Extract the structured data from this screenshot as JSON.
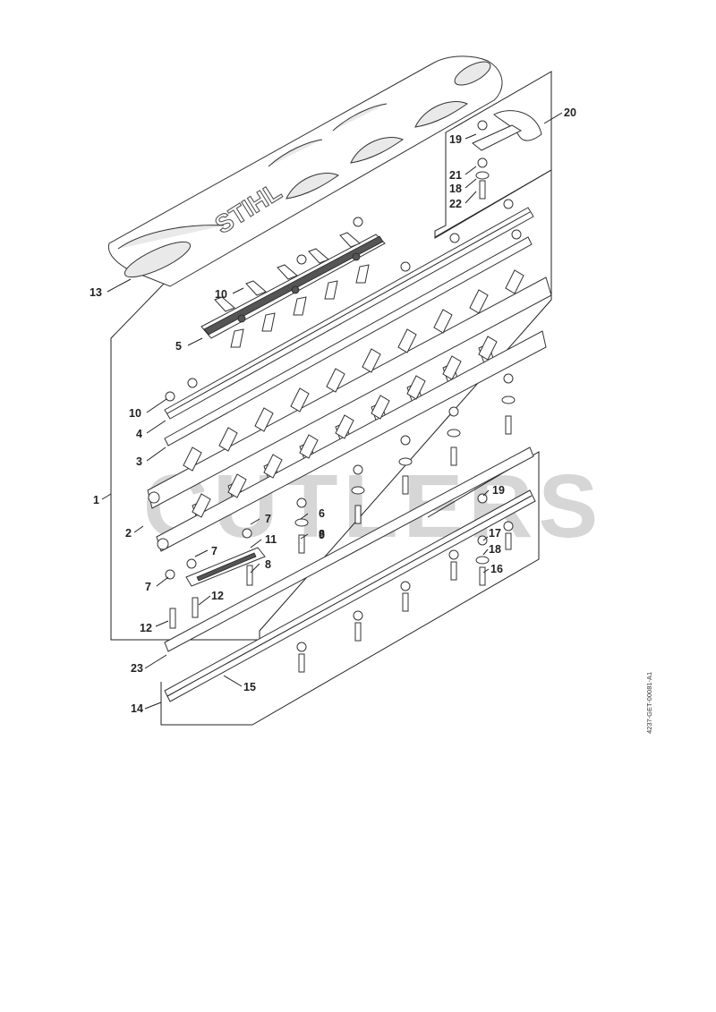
{
  "diagram": {
    "brand_logo": "STIHL",
    "watermark": "CUTLERS",
    "document_id": "4237-GET-00081-A1"
  },
  "callouts": {
    "c1": "1",
    "c2": "2",
    "c3": "3",
    "c4": "4",
    "c5": "5",
    "c6": "6",
    "c7a": "7",
    "c7b": "7",
    "c7c": "7",
    "c8a": "8",
    "c8b": "8",
    "c9": "9",
    "c10a": "10",
    "c10b": "10",
    "c11": "11",
    "c12a": "12",
    "c12b": "12",
    "c13": "13",
    "c14": "14",
    "c15": "15",
    "c16": "16",
    "c17": "17",
    "c18a": "18",
    "c18b": "18",
    "c19a": "19",
    "c19b": "19",
    "c20": "20",
    "c21": "21",
    "c22": "22",
    "c23": "23"
  },
  "colors": {
    "line": "#222222",
    "watermark": "#cfcfcf",
    "background": "#ffffff"
  }
}
